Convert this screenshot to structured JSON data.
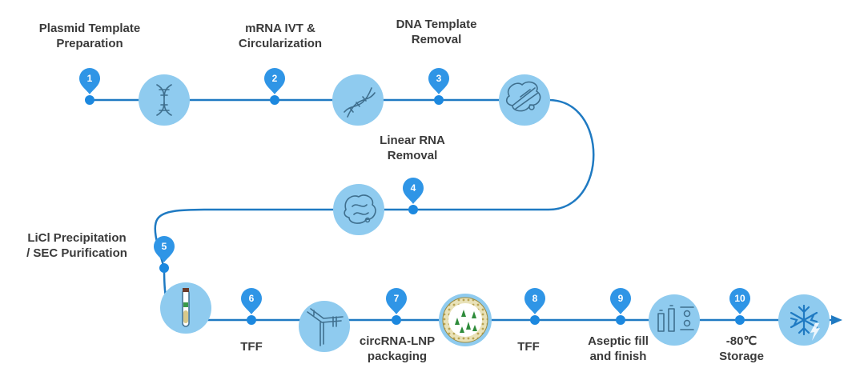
{
  "colors": {
    "line": "#1f7ac2",
    "dot": "#1c88df",
    "marker": "#2f95e6",
    "circle": "#8fcbef",
    "icon_stroke": "#3f6f8e",
    "text": "#3a3a3a"
  },
  "steps": [
    {
      "number": "1",
      "label_lines": [
        "Plasmid Template",
        "Preparation"
      ]
    },
    {
      "number": "2",
      "label_lines": [
        "mRNA IVT &",
        "Circularization"
      ]
    },
    {
      "number": "3",
      "label_lines": [
        "DNA Template",
        "Removal"
      ]
    },
    {
      "number": "4",
      "label_lines": [
        "Linear RNA",
        "Removal"
      ]
    },
    {
      "number": "5",
      "label_lines": [
        "LiCl Precipitation",
        "/ SEC Purification"
      ]
    },
    {
      "number": "6",
      "label_lines": [
        "TFF"
      ]
    },
    {
      "number": "7",
      "label_lines": [
        "circRNA-LNP",
        "packaging"
      ]
    },
    {
      "number": "8",
      "label_lines": [
        "TFF"
      ]
    },
    {
      "number": "9",
      "label_lines": [
        "Aseptic fill",
        "and finish"
      ]
    },
    {
      "number": "10",
      "label_lines": [
        "-80℃",
        "Storage"
      ]
    }
  ],
  "icons": [
    {
      "name": "dna-helix-icon"
    },
    {
      "name": "dna-strand-icon"
    },
    {
      "name": "enzyme-cutting-icon"
    },
    {
      "name": "rna-tangle-icon"
    },
    {
      "name": "test-tube-icon"
    },
    {
      "name": "tff-filter-icon"
    },
    {
      "name": "lnp-particle-icon"
    },
    {
      "name": "vials-icon"
    },
    {
      "name": "snowflake-icon"
    }
  ]
}
